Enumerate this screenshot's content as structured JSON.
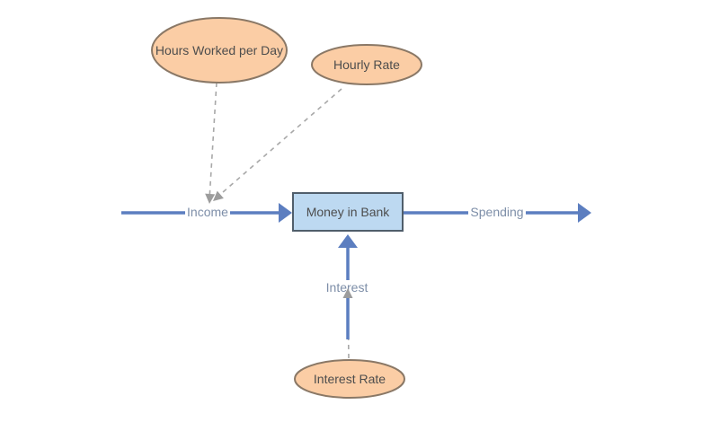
{
  "diagram": {
    "type": "stock-and-flow",
    "stock": {
      "label": "Money in Bank"
    },
    "variables": [
      {
        "label": "Hours Worked per Day"
      },
      {
        "label": "Hourly Rate"
      },
      {
        "label": "Interest Rate"
      }
    ],
    "flows": [
      {
        "label": "Income",
        "to": "Money in Bank"
      },
      {
        "label": "Spending",
        "from": "Money in Bank"
      },
      {
        "label": "Interest",
        "to": "Money in Bank"
      }
    ],
    "links": [
      {
        "from": "Hours Worked per Day",
        "to": "Income"
      },
      {
        "from": "Hourly Rate",
        "to": "Income"
      },
      {
        "from": "Interest Rate",
        "to": "Interest"
      }
    ]
  },
  "colors": {
    "background": "#ffffff",
    "variable_fill": "#fbcda5",
    "variable_stroke": "#8a7866",
    "stock_fill": "#bdd9f1",
    "stock_stroke": "#505e6b",
    "flow_color": "#5c7ec0",
    "flow_label_color": "#7d8ea8",
    "node_text_color": "#4d4d4d",
    "link_color": "#a8a8a8",
    "link_head_color": "#9c9c9c"
  }
}
